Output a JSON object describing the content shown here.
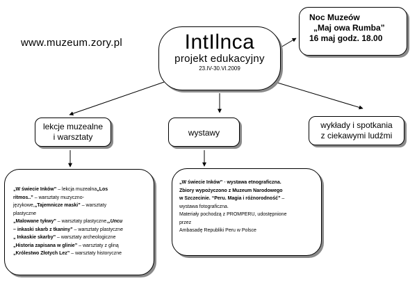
{
  "header": {
    "url": "www.muzeum.zory.pl"
  },
  "project": {
    "title": "IntIlnca",
    "subtitle": "projekt edukacyjny",
    "dates": "23.IV-30.VI.2009"
  },
  "event": {
    "line1": "Noc Muzeów",
    "line2": "„Maj owa Rumba”",
    "line3": "16 maj godz. 18.00"
  },
  "branches": {
    "lessons": {
      "line1": "lekcje muzealne",
      "line2": "i warsztaty"
    },
    "exhibitions": {
      "label": "wystawy"
    },
    "talks": {
      "line1": "wykłady i spotkania",
      "line2": "z ciekawymi ludźmi"
    }
  },
  "lessons_detail": {
    "r1_b": "„W świecie Inków”",
    "r1_t": " – lekcja muzealna",
    "r1_b2": "„Los",
    "r2_b": "ritmos..”",
    "r2_t": " – warsztaty muzyczno-",
    "r3_t": "językowe,",
    "r3_b": "„Tajemnicze maski”",
    "r3_t2": " – warsztaty",
    "r4_t": "plastyczne",
    "r5_b": "„Malowane tykwy”",
    "r5_t": " – warsztaty plastyczne,",
    "r5_bi": "„Uncu",
    "r6_b": "– inkaski skarb z tkaniny”",
    "r6_t": " – warsztaty plastyczne",
    "r7_b": "„ Inkaskie skarby”",
    "r7_t": " – warsztaty archeologiczne",
    "r8_b": "„Historia zapisana w glinie”",
    "r8_t": " – warsztaty z gliną",
    "r9_b": "„Królestwo Złotych Lez”",
    "r9_t": " – warsztaty historyczne"
  },
  "exhibitions_detail": {
    "r1_b": "„W świecie Inków”",
    "r1_t": "  -",
    "r1_b2": "wystawa etnograficzna.",
    "r2_b": "Zbiory wypożyczono z Muzeum Narodowego",
    "r3_b": "w Szczecinie. ",
    "r3_b2": "“Peru. Magia i różnorodność”",
    "r3_t": " –",
    "r4_t": "wystawa fotograficzna.",
    "r5_t": "Materiały pochodzą z PROMPERU, udostępnione",
    "r6_t": "przez",
    "r7_t": "Ambasadę Republiki Peru w Polsce"
  }
}
